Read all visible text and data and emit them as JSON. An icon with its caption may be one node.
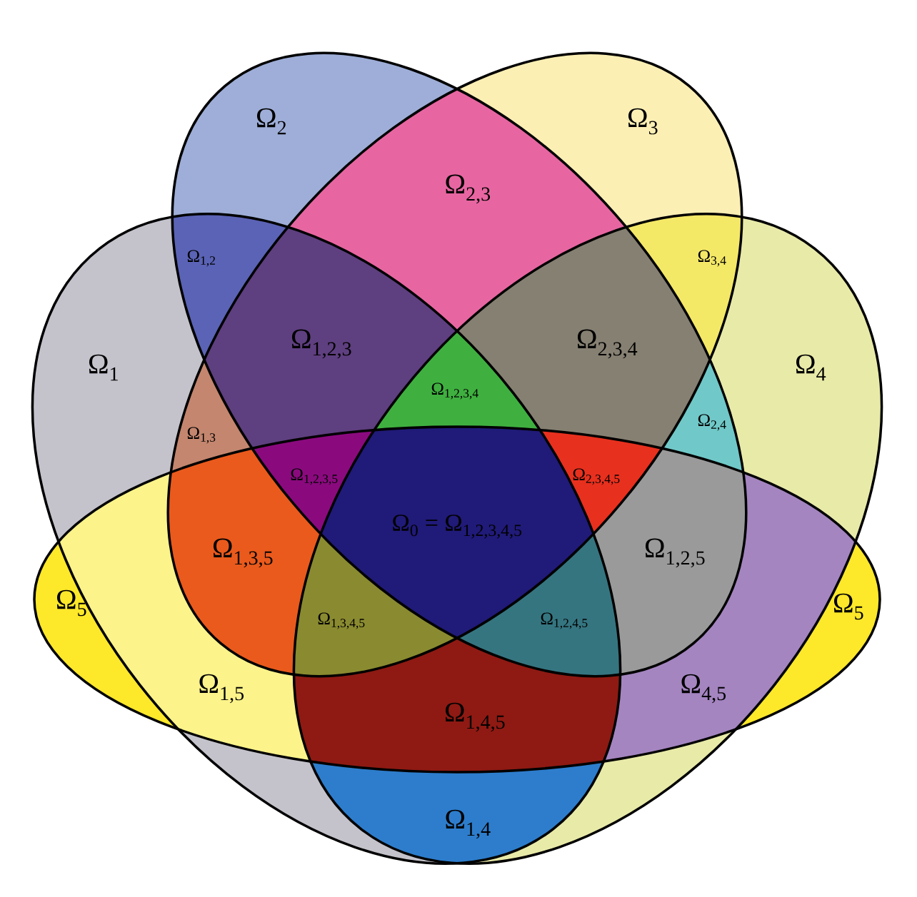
{
  "diagram": {
    "labels": [
      "Ω$_{2}$",
      "Ω$_{3}$",
      "Ω$_{2,3}$",
      "Ω$_{1,2}$",
      "Ω$_{3,4}$",
      "Ω$_{1,2,3}$",
      "Ω$_{2,3,4}$",
      "Ω$_{1}$",
      "Ω$_{4}$",
      "Ω$_{1,2,3,4}$",
      "Ω$_{1,3}$",
      "Ω$_{2,4}$",
      "Ω$_{1,2,3,5}$",
      "Ω$_{2,3,4,5}$",
      "Ω$_{0}$ = Ω$_{1,2,3,4,5}$",
      "Ω$_{1,3,5}$",
      "Ω$_{1,2,5}$",
      "Ω$_{5}$",
      "Ω$_{5}$",
      "Ω$_{1,3,4,5}$",
      "Ω$_{1,2,4,5}$",
      "Ω$_{1,5}$",
      "Ω$_{4,5}$",
      "Ω$_{1,4,5}$",
      "Ω$_{1,4}$"
    ]
  }
}
